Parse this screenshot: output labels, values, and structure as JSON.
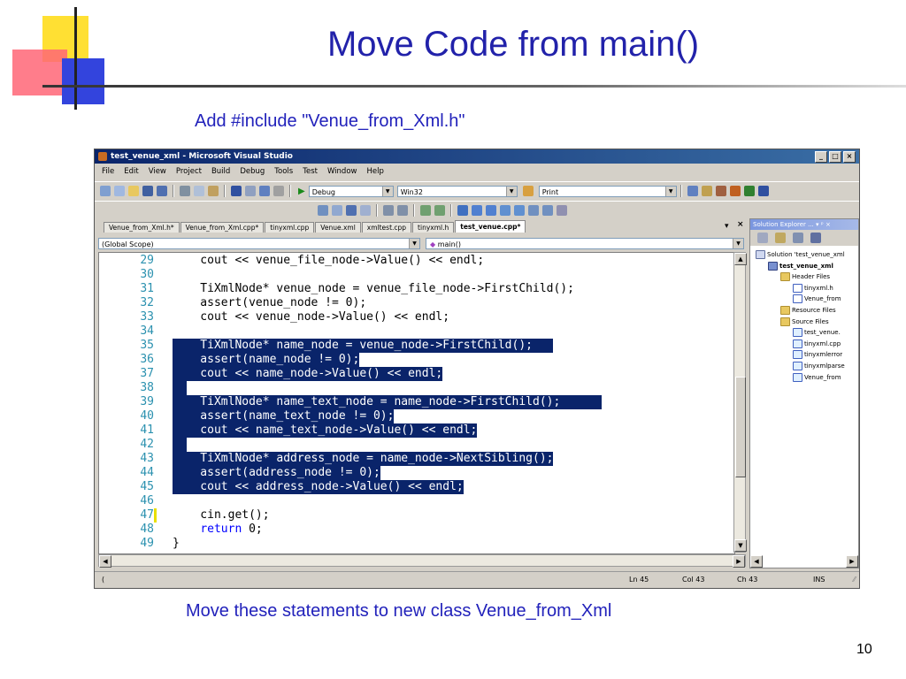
{
  "slide": {
    "title": "Move Code from main()",
    "caption_top": "Add #include \"Venue_from_Xml.h\"",
    "caption_bottom": "Move these statements to new class Venue_from_Xml",
    "page_number": "10"
  },
  "window": {
    "title": "test_venue_xml - Microsoft Visual Studio",
    "buttons": [
      "_",
      "□",
      "×"
    ]
  },
  "menu": [
    "File",
    "Edit",
    "View",
    "Project",
    "Build",
    "Debug",
    "Tools",
    "Test",
    "Window",
    "Help"
  ],
  "toolbar": {
    "config_value": "Debug",
    "platform_value": "Win32",
    "find_value": "Print"
  },
  "tabs": [
    {
      "label": "Venue_from_Xml.h*",
      "active": false
    },
    {
      "label": "Venue_from_Xml.cpp*",
      "active": false
    },
    {
      "label": "tinyxml.cpp",
      "active": false
    },
    {
      "label": "Venue.xml",
      "active": false
    },
    {
      "label": "xmltest.cpp",
      "active": false
    },
    {
      "label": "tinyxml.h",
      "active": false
    },
    {
      "label": "test_venue.cpp*",
      "active": true
    }
  ],
  "tab_controls": {
    "dropdown": "▾",
    "close": "×"
  },
  "scope": {
    "left": "(Global Scope)",
    "right": "main()"
  },
  "code_lines": [
    {
      "num": "29",
      "text": "    cout << venue_file_node->Value() << endl;",
      "sel": false,
      "mod": true
    },
    {
      "num": "30",
      "text": "",
      "sel": false,
      "mod": true
    },
    {
      "num": "31",
      "text": "    TiXmlNode* venue_node = venue_file_node->FirstChild();",
      "sel": false,
      "mod": true
    },
    {
      "num": "32",
      "text": "    assert(venue_node != 0);",
      "sel": false,
      "mod": true
    },
    {
      "num": "33",
      "text": "    cout << venue_node->Value() << endl;",
      "sel": false,
      "mod": true
    },
    {
      "num": "34",
      "text": "",
      "sel": false,
      "mod": true
    },
    {
      "num": "35",
      "text": "    TiXmlNode* name_node = venue_node->FirstChild();   ",
      "sel": true,
      "mod": true
    },
    {
      "num": "36",
      "text": "    assert(name_node != 0);",
      "sel": true,
      "mod": true
    },
    {
      "num": "37",
      "text": "    cout << name_node->Value() << endl;",
      "sel": true,
      "mod": true
    },
    {
      "num": "38",
      "text": "  ",
      "sel": true,
      "mod": true
    },
    {
      "num": "39",
      "text": "    TiXmlNode* name_text_node = name_node->FirstChild();      ",
      "sel": true,
      "mod": true
    },
    {
      "num": "40",
      "text": "    assert(name_text_node != 0);",
      "sel": true,
      "mod": true
    },
    {
      "num": "41",
      "text": "    cout << name_text_node->Value() << endl;",
      "sel": true,
      "mod": true
    },
    {
      "num": "42",
      "text": "  ",
      "sel": true,
      "mod": true
    },
    {
      "num": "43",
      "text": "    TiXmlNode* address_node = name_node->NextSibling();",
      "sel": true,
      "mod": true
    },
    {
      "num": "44",
      "text": "    assert(address_node != 0);",
      "sel": true,
      "mod": true
    },
    {
      "num": "45",
      "text": "    cout << address_node->Value() << endl;",
      "sel": true,
      "mod": true
    },
    {
      "num": "46",
      "text": "",
      "sel": false,
      "mod": true
    },
    {
      "num": "47",
      "text": "    cin.get();",
      "sel": false,
      "mod": false
    },
    {
      "num": "48",
      "text": "    return 0;",
      "sel": false,
      "mod": true
    },
    {
      "num": "49",
      "text": "}",
      "sel": false,
      "mod": true
    }
  ],
  "status": {
    "left": "(",
    "ln": "Ln 45",
    "col": "Col 43",
    "ch": "Ch 43",
    "mode": "INS"
  },
  "solution_explorer": {
    "title": "Solution Explorer ... ▾ ᵖ ×",
    "items": [
      {
        "label": "Solution 'test_venue_xml",
        "icon": "sln",
        "indent": 0,
        "bold": false
      },
      {
        "label": "test_venue_xml",
        "icon": "proj",
        "indent": 1,
        "bold": true
      },
      {
        "label": "Header Files",
        "icon": "folder",
        "indent": 2,
        "bold": false
      },
      {
        "label": "tinyxml.h",
        "icon": "hfile",
        "indent": 3,
        "bold": false
      },
      {
        "label": "Venue_from",
        "icon": "hfile",
        "indent": 3,
        "bold": false
      },
      {
        "label": "Resource Files",
        "icon": "folder",
        "indent": 2,
        "bold": false
      },
      {
        "label": "Source Files",
        "icon": "folder",
        "indent": 2,
        "bold": false
      },
      {
        "label": "test_venue.",
        "icon": "cppfile",
        "indent": 3,
        "bold": false
      },
      {
        "label": "tinyxml.cpp",
        "icon": "cppfile",
        "indent": 3,
        "bold": false
      },
      {
        "label": "tinyxmlerror",
        "icon": "cppfile",
        "indent": 3,
        "bold": false
      },
      {
        "label": "tinyxmlparse",
        "icon": "cppfile",
        "indent": 3,
        "bold": false
      },
      {
        "label": "Venue_from",
        "icon": "cppfile",
        "indent": 3,
        "bold": false
      }
    ]
  },
  "colors": {
    "title": "#2222aa",
    "selection": "#0a246a",
    "line_number": "#2b91af",
    "keyword": "#0000ff"
  }
}
